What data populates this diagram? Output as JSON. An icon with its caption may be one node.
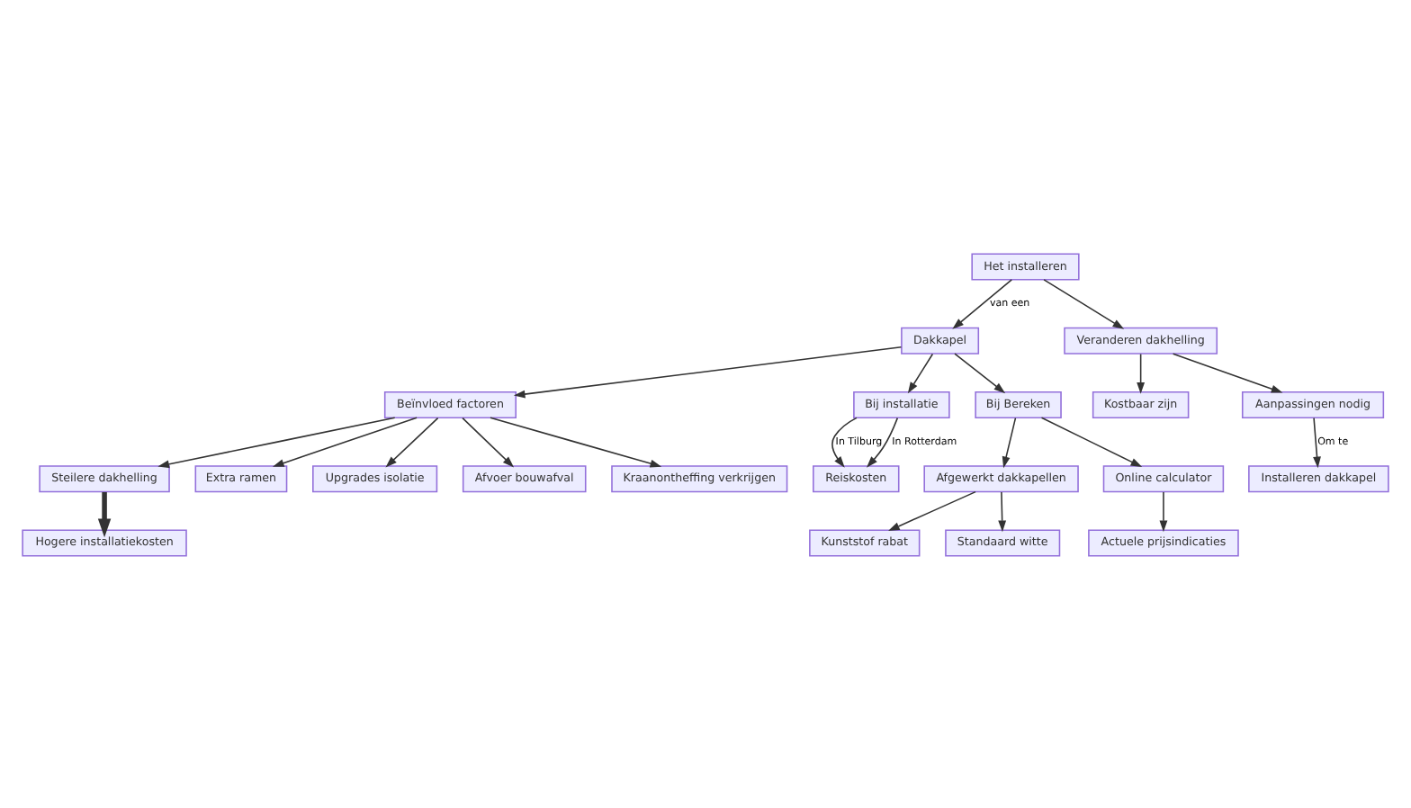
{
  "diagram": {
    "nodes": [
      {
        "text": [
          "Het installeren"
        ]
      },
      {
        "text": [
          "Dakkapel"
        ]
      },
      {
        "text": [
          "Veranderen dakhelling"
        ]
      },
      {
        "text": [
          "Beïnvloed factoren"
        ]
      },
      {
        "text": [
          "Bij installatie"
        ]
      },
      {
        "text": [
          "Bij Bereken"
        ]
      },
      {
        "text": [
          "Kostbaar zijn"
        ]
      },
      {
        "text": [
          "Aanpassingen nodig"
        ]
      },
      {
        "text": [
          "Steilere dakhelling"
        ]
      },
      {
        "text": [
          "Extra ramen"
        ]
      },
      {
        "text": [
          "Upgrades isolatie"
        ]
      },
      {
        "text": [
          "Afvoer bouwafval"
        ]
      },
      {
        "text": [
          "Kraanontheffing verkrijgen"
        ]
      },
      {
        "text": [
          "Reiskosten"
        ]
      },
      {
        "text": [
          "Afgewerkt dakkapellen"
        ]
      },
      {
        "text": [
          "Online calculator"
        ]
      },
      {
        "text": [
          "Installeren dakkapel"
        ]
      },
      {
        "text": [
          "Hogere installatiekosten"
        ]
      },
      {
        "text": [
          "Kunststof rabat"
        ]
      },
      {
        "text": [
          "Standaard witte"
        ]
      },
      {
        "text": [
          "Actuele prijsindicaties"
        ]
      }
    ],
    "edges": [
      {
        "from": 0,
        "to": 1,
        "arrow": "to",
        "label": "van een"
      },
      {
        "from": 0,
        "to": 2,
        "arrow": "to"
      },
      {
        "from": 1,
        "to": 3,
        "arrow": "to"
      },
      {
        "from": 1,
        "to": 4,
        "arrow": "to"
      },
      {
        "from": 1,
        "to": 5,
        "arrow": "to"
      },
      {
        "from": 2,
        "to": 6,
        "arrow": "to"
      },
      {
        "from": 2,
        "to": 7,
        "arrow": "to"
      },
      {
        "from": 3,
        "to": 8,
        "arrow": "to"
      },
      {
        "from": 3,
        "to": 9,
        "arrow": "to"
      },
      {
        "from": 3,
        "to": 10,
        "arrow": "to"
      },
      {
        "from": 3,
        "to": 11,
        "arrow": "to"
      },
      {
        "from": 3,
        "to": 12,
        "arrow": "to"
      },
      {
        "from": 4,
        "to": 13,
        "arrow": "to",
        "label": "In Tilburg"
      },
      {
        "from": 4,
        "to": 13,
        "arrow": "to",
        "label": "In Rotterdam"
      },
      {
        "from": 5,
        "to": 14,
        "arrow": "to"
      },
      {
        "from": 5,
        "to": 15,
        "arrow": "to"
      },
      {
        "from": 7,
        "to": 16,
        "arrow": "to",
        "label": "Om te"
      },
      {
        "from": 8,
        "to": 17,
        "arrow": "to",
        "style": "thick"
      },
      {
        "from": 14,
        "to": 18,
        "arrow": "to"
      },
      {
        "from": 14,
        "to": 19,
        "arrow": "to"
      },
      {
        "from": 15,
        "to": 20,
        "arrow": "to"
      }
    ]
  }
}
